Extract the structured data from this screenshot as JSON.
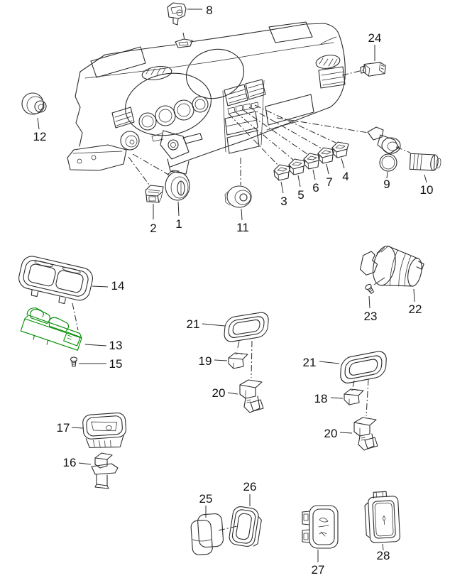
{
  "diagram": {
    "kind": "exploded-parts-diagram",
    "subject": "dashboard-switches",
    "colors": {
      "line": "#2b2b2b",
      "highlight": "#008C00",
      "background": "#ffffff"
    },
    "highlighted_callout": "13"
  },
  "callouts": {
    "c1": "1",
    "c2": "2",
    "c3": "3",
    "c4": "4",
    "c5": "5",
    "c6": "6",
    "c7": "7",
    "c8": "8",
    "c9": "9",
    "c10": "10",
    "c11": "11",
    "c12": "12",
    "c13": "13",
    "c14": "14",
    "c15": "15",
    "c16": "16",
    "c17": "17",
    "c18": "18",
    "c19": "19",
    "c20_center": "20",
    "c20_right": "20",
    "c21_center": "21",
    "c21_right": "21",
    "c22": "22",
    "c23": "23",
    "c24": "24",
    "c25": "25",
    "c26": "26",
    "c27": "27",
    "c28": "28"
  }
}
